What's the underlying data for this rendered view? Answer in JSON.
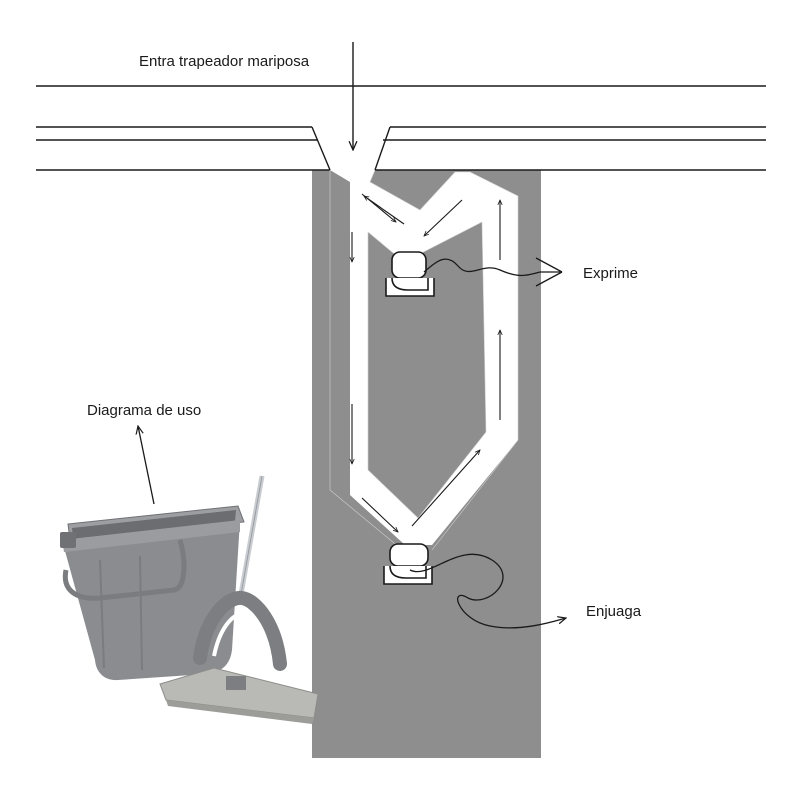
{
  "labels": {
    "entry": "Entra trapeador mariposa",
    "squeeze": "Exprime",
    "rinse": "Enjuaga",
    "usage": "Diagrama de uso"
  },
  "colors": {
    "background": "#ffffff",
    "bucket_wall": "#8e8e8e",
    "channel": "#ffffff",
    "line": "#1a1a1a",
    "bucket_body": "#8a8c90",
    "bucket_dark": "#6f7175",
    "mop_pad": "#b9b9b6",
    "handle": "#c9ccd0"
  },
  "icons": {
    "arrows": "flow-arrow-icon",
    "bucket_photo": "mop-bucket-illustration"
  }
}
